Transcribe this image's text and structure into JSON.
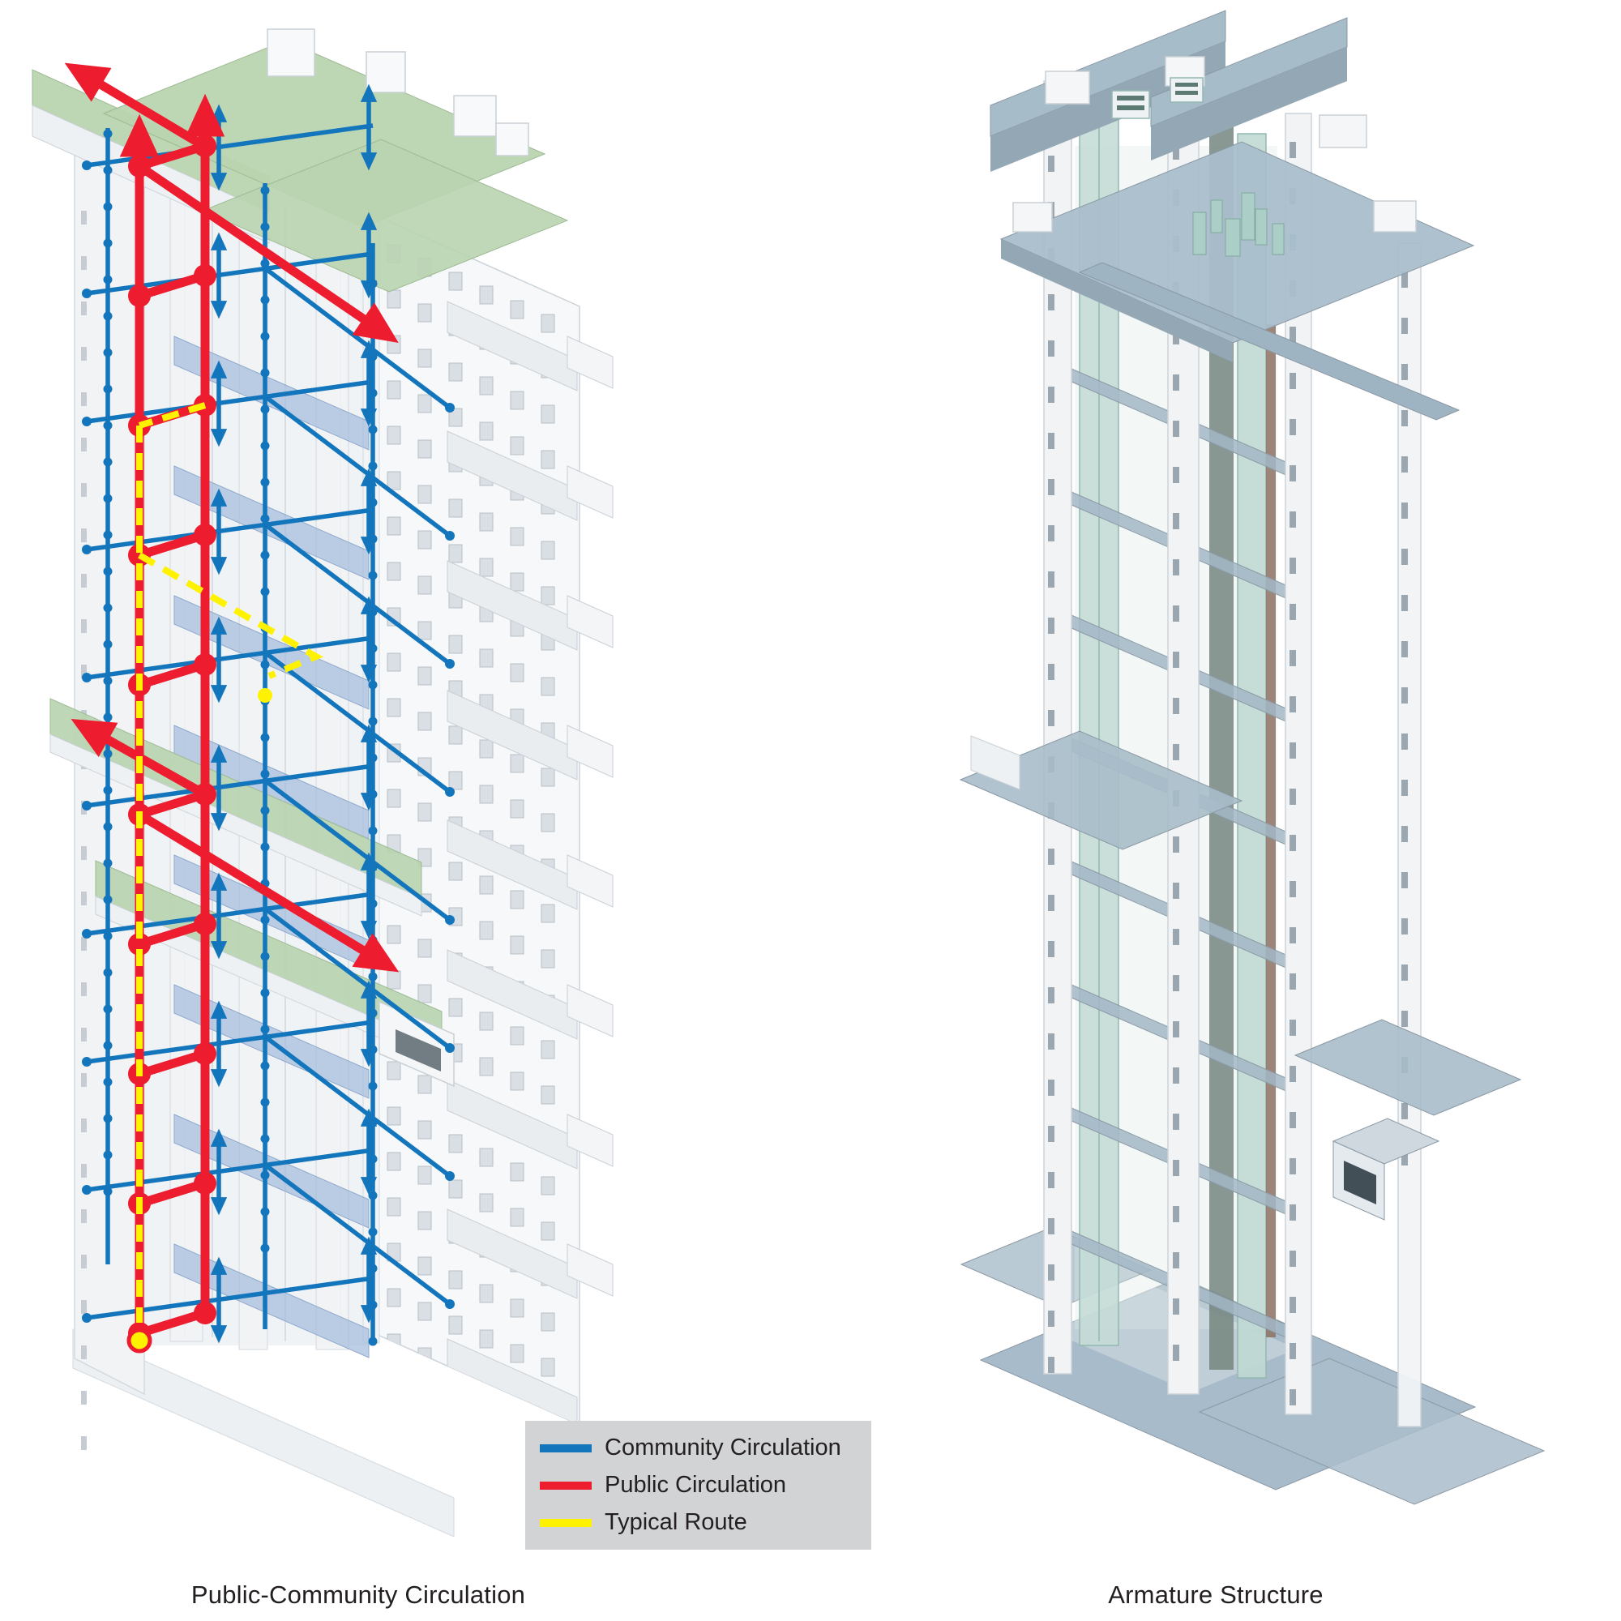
{
  "captions": {
    "left": "Public-Community Circulation",
    "right": "Armature Structure"
  },
  "legend": {
    "background": "#d1d3d4",
    "items": [
      {
        "label": "Community Circulation",
        "color": "#1375bc"
      },
      {
        "label": "Public Circulation",
        "color": "#ed1c2e"
      },
      {
        "label": "Typical Route",
        "color": "#fff200"
      }
    ]
  },
  "colors": {
    "community": "#1375bc",
    "public": "#ed1c2e",
    "route": "#fff200",
    "route_marker_ring": "#ed1c2e",
    "garden_deck": "#b9d4b0",
    "community_slab": "#a3bddd",
    "armature_steel": "#a4b9c7",
    "glass_core": "#c3dbd5",
    "building_white": "#f3f5f7",
    "text": "#231f20"
  }
}
